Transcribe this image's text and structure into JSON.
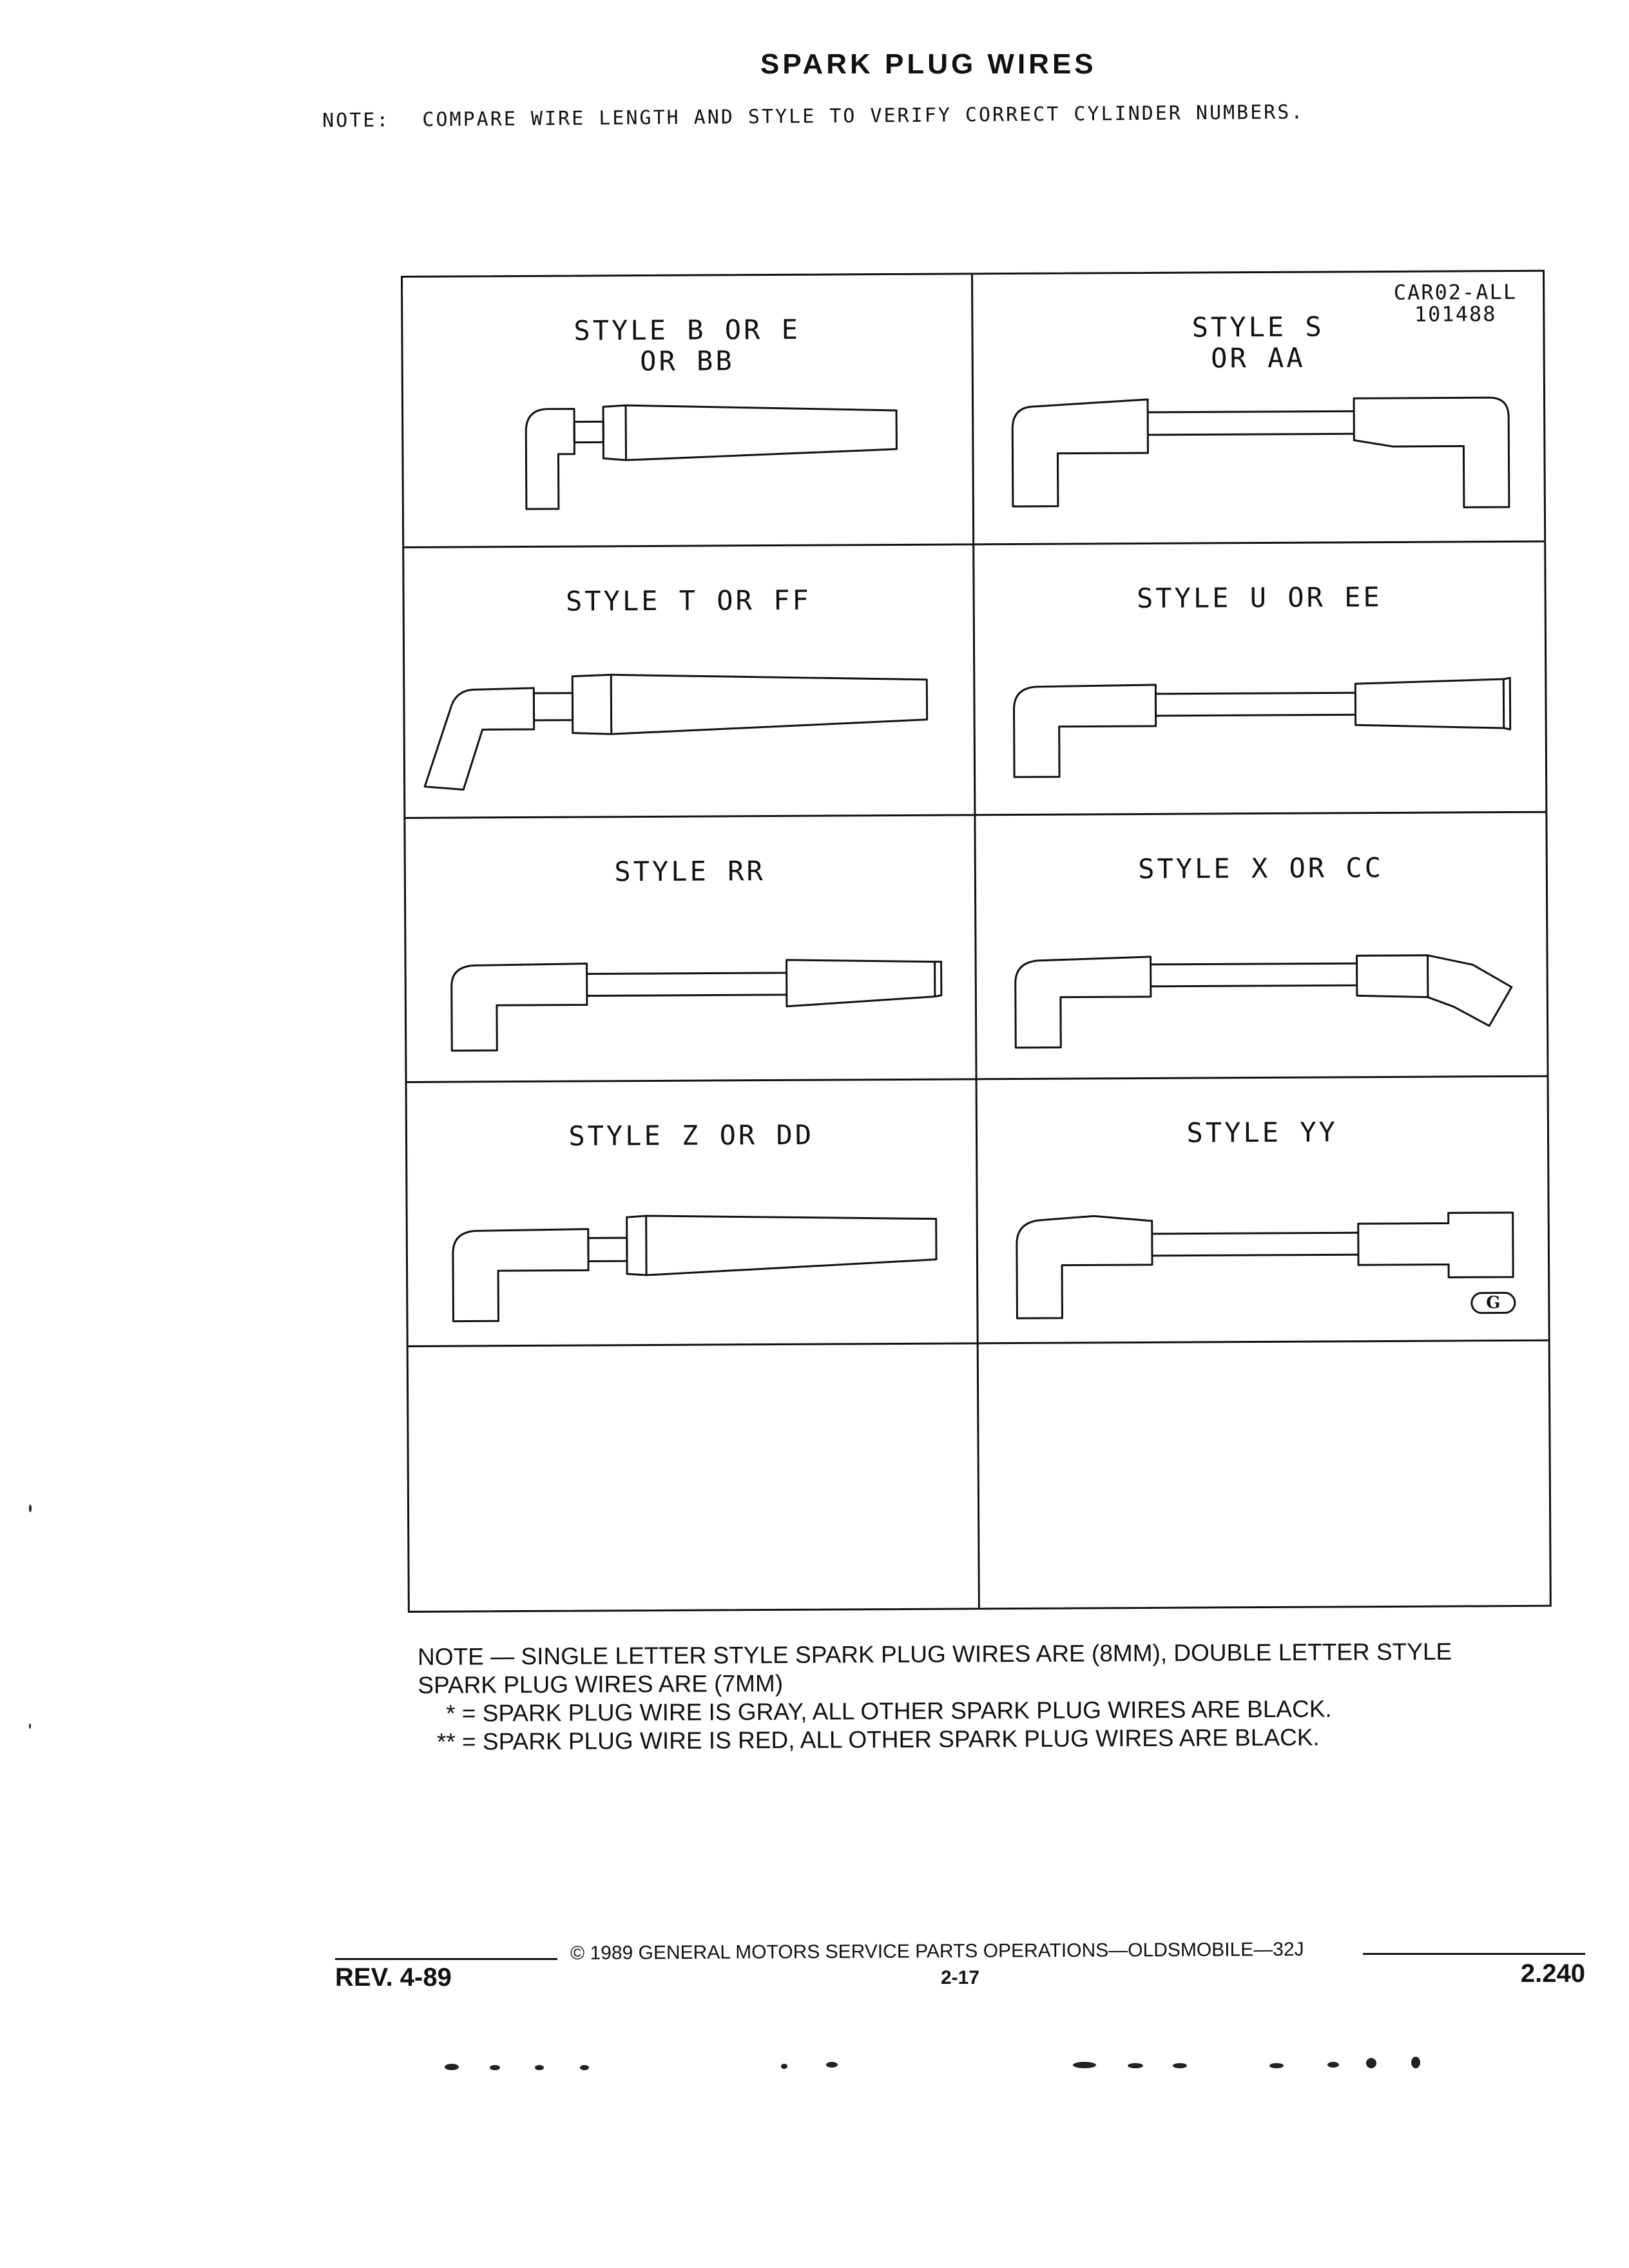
{
  "title": "SPARK PLUG WIRES",
  "note_top": {
    "label": "NOTE:",
    "text": "COMPARE WIRE LENGTH AND STYLE TO VERIFY CORRECT CYLINDER NUMBERS."
  },
  "ref_code": {
    "line1": "CAR02-ALL",
    "line2": "101488"
  },
  "gm_mark": "G",
  "cells": [
    {
      "line1": "STYLE B OR E",
      "line2": "OR BB"
    },
    {
      "line1": "STYLE S",
      "line2": "OR AA"
    },
    {
      "line1": "STYLE T OR FF",
      "line2": ""
    },
    {
      "line1": "STYLE U OR EE",
      "line2": ""
    },
    {
      "line1": "STYLE RR",
      "line2": ""
    },
    {
      "line1": "STYLE X OR CC",
      "line2": ""
    },
    {
      "line1": "STYLE Z OR DD",
      "line2": ""
    },
    {
      "line1": "STYLE YY",
      "line2": ""
    },
    {
      "line1": "",
      "line2": ""
    },
    {
      "line1": "",
      "line2": ""
    }
  ],
  "note_bottom": {
    "line1": "NOTE — SINGLE LETTER STYLE SPARK PLUG WIRES ARE (8MM), DOUBLE LETTER STYLE",
    "line2": "SPARK PLUG WIRES ARE (7MM)",
    "gray_marker": "*",
    "gray_text": "= SPARK PLUG WIRE IS GRAY, ALL OTHER SPARK PLUG WIRES ARE BLACK.",
    "red_marker": "**",
    "red_text": "= SPARK PLUG WIRE IS RED, ALL OTHER SPARK PLUG WIRES ARE BLACK."
  },
  "footer": {
    "copyright": "© 1989 GENERAL MOTORS SERVICE PARTS OPERATIONS—OLDSMOBILE—32J",
    "rev": "REV. 4-89",
    "folio": "2-17",
    "page_number": "2.240"
  }
}
